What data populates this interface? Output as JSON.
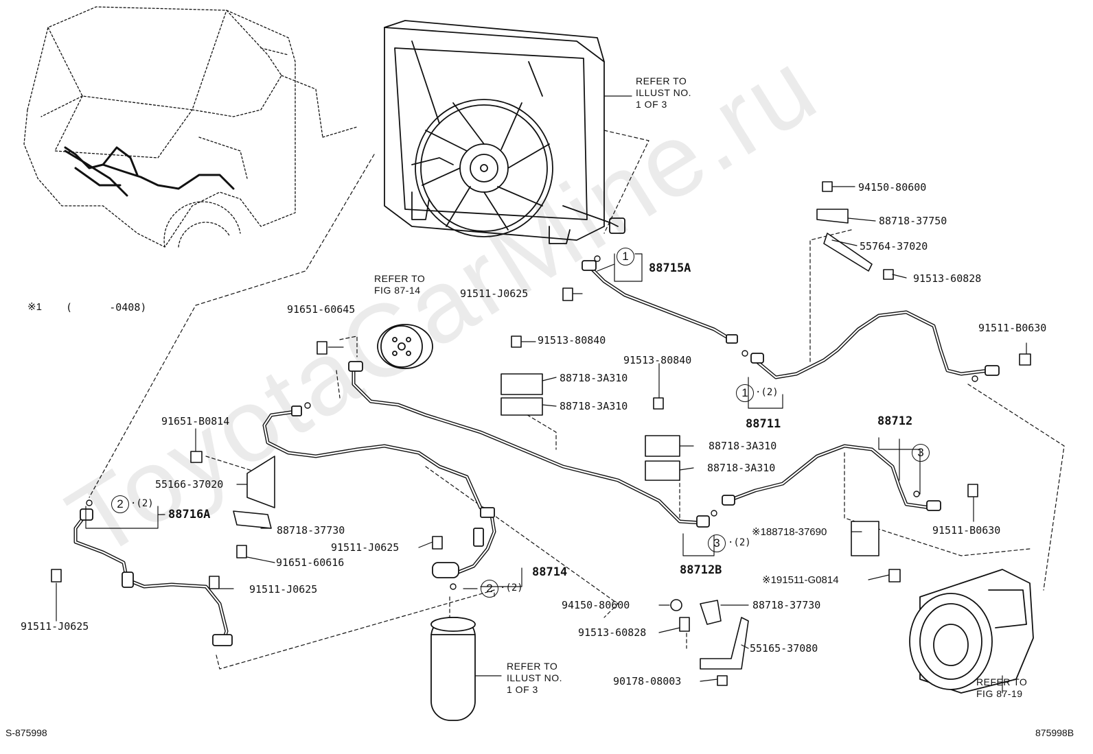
{
  "watermark": "ToyotaCarMine.ru",
  "footer": {
    "left_code": "S-875998",
    "right_code": "875998B"
  },
  "note": {
    "mark": "※1",
    "range": "(      -0408)"
  },
  "refer": {
    "radiator": [
      "REFER TO",
      "ILLUST NO.",
      "1 OF 3"
    ],
    "fig_87_14": [
      "REFER TO",
      "FIG 87-14"
    ],
    "receiver": [
      "REFER TO",
      "ILLUST NO.",
      "1 OF 3"
    ],
    "fig_87_19": [
      "REFER TO",
      "FIG 87-19"
    ]
  },
  "parts": {
    "p94150_80600_top": "94150-80600",
    "p88718_37750": "88718-37750",
    "p55764_37020": "55764-37020",
    "p91513_60828_top": "91513-60828",
    "p88715A": "88715A",
    "p91511_J0625_top": "91511-J0625",
    "p91651_60645": "91651-60645",
    "p91511_B0630_top": "91511-B0630",
    "p91513_80840_a": "91513-80840",
    "p88718_3A310_a": "88718-3A310",
    "p88718_3A310_b": "88718-3A310",
    "p91513_80840_b": "91513-80840",
    "p88711": "88711",
    "p91651_B0814": "91651-B0814",
    "p88718_3A310_c": "88718-3A310",
    "p88718_3A310_d": "88718-3A310",
    "p88712": "88712",
    "p55166_37020": "55166-37020",
    "p88716A": "88716A",
    "p88718_37730_left": "88718-37730",
    "p91511_B0630_right": "91511-B0630",
    "p188718_37690": "※188718-37690",
    "p91511_J0625_mid": "91511-J0625",
    "p91651_60616": "91651-60616",
    "p88712B": "88712B",
    "p88714": "88714",
    "p191511_G0814": "※191511-G0814",
    "p91511_J0625_b": "91511-J0625",
    "p94150_80600_bot": "94150-80600",
    "p88718_37730_bot": "88718-37730",
    "p91511_J0625_left": "91511-J0625",
    "p91513_60828_bot": "91513-60828",
    "p55165_37080": "55165-37080",
    "p90178_08003": "90178-08003"
  },
  "callouts": {
    "c1_top": "1",
    "c1_mid": "1",
    "c1_mid_qty": "·(2)",
    "c2_left": "2",
    "c2_left_qty": "·(2)",
    "c2_bot": "2",
    "c2_bot_qty": "·(2)",
    "c3_right": "3",
    "c3_mid": "3",
    "c3_mid_qty": "·(2)"
  }
}
